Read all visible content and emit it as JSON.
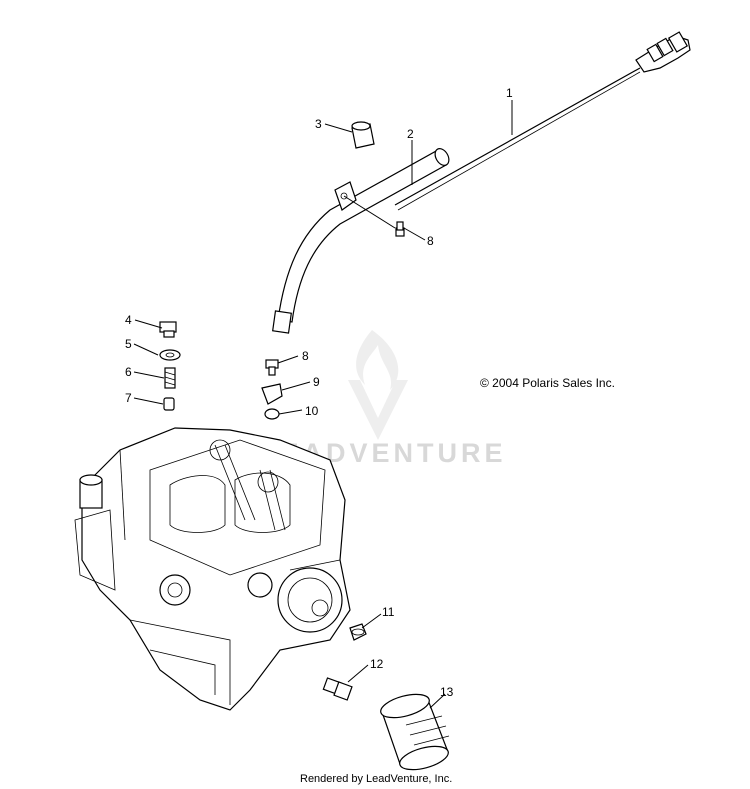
{
  "diagram": {
    "callouts": [
      "1",
      "2",
      "3",
      "4",
      "5",
      "6",
      "7",
      "8",
      "8",
      "9",
      "10",
      "11",
      "12",
      "13"
    ],
    "copyright": "© 2004 Polaris Sales Inc.",
    "watermark": "LEADVENTURE",
    "footer": "Rendered by LeadVenture, Inc."
  }
}
